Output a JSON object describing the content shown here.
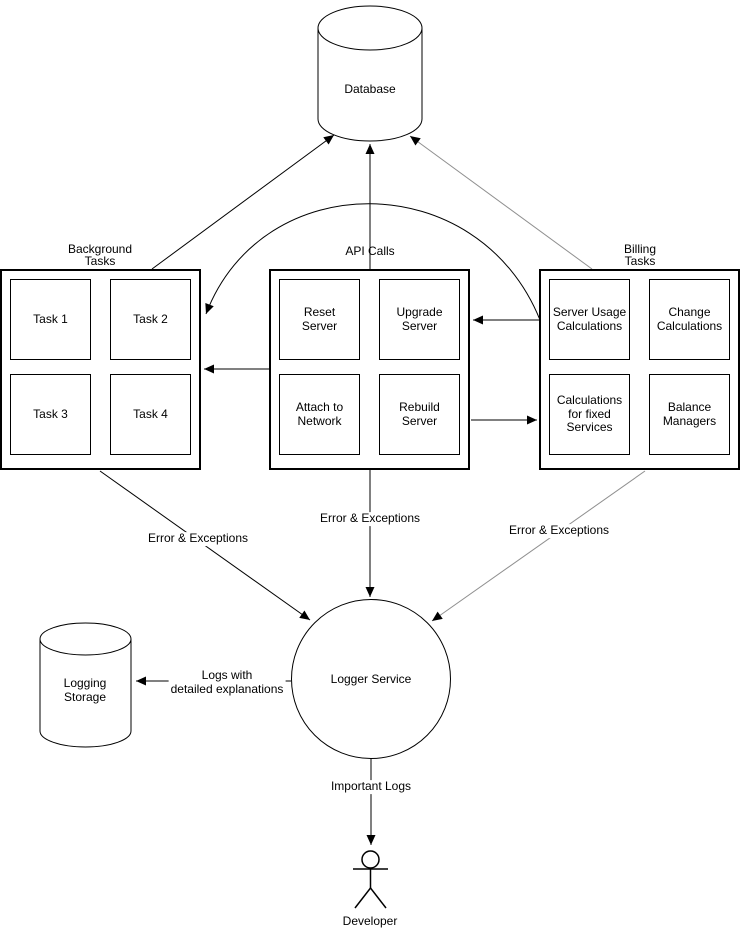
{
  "diagram": {
    "database_label": "Database",
    "logger_label": "Logger Service",
    "storage_label": "Logging Storage",
    "developer_label": "Developer",
    "groups": {
      "background": {
        "title": "Background Tasks",
        "cells": [
          "Task 1",
          "Task 2",
          "Task 3",
          "Task 4"
        ]
      },
      "api": {
        "title": "API Calls",
        "cells": [
          "Reset Server",
          "Upgrade Server",
          "Attach to Network",
          "Rebuild Server"
        ]
      },
      "billing": {
        "title": "Billing Tasks",
        "cells": [
          "Server Usage Calculations",
          "Change Calculations",
          "Calculations for fixed Services",
          "Balance Managers"
        ]
      }
    },
    "edge_labels": {
      "error_left": "Error & Exceptions",
      "error_mid": "Error & Exceptions",
      "error_right": "Error & Exceptions",
      "logs_line1": "Logs with",
      "logs_line2": "detailed explanations",
      "important_logs": "Important Logs"
    },
    "colors": {
      "stroke": "#000000",
      "gray_edge": "#8f8f8f",
      "fill": "#ffffff",
      "text": "#000000"
    }
  }
}
